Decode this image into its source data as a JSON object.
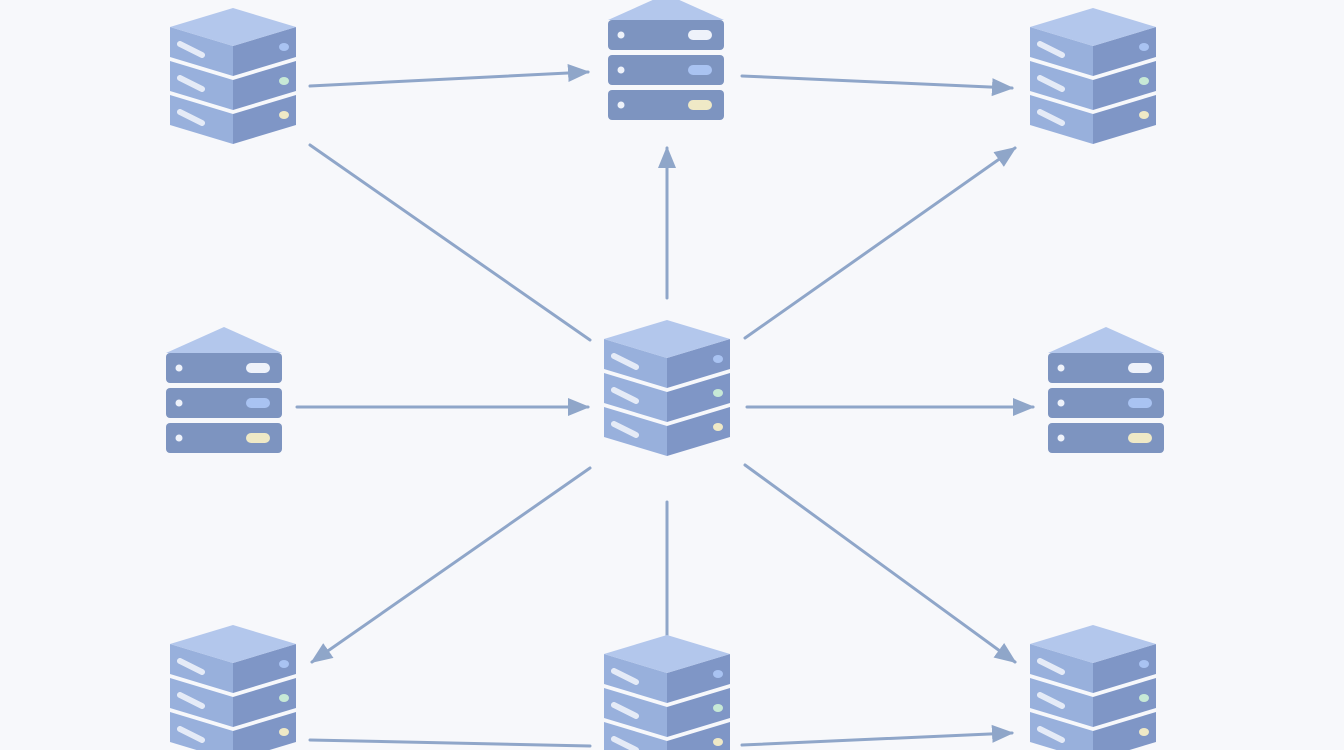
{
  "colors": {
    "background": "#f7f8fb",
    "edge": "#8fa6c9",
    "server_top": "#b3c7ec",
    "server_left": "#98b0dc",
    "server_right": "#7f96c6",
    "server_front": "#7d94c0",
    "led_white": "#eef2fa",
    "led_green": "#c7e9d6",
    "led_blue": "#a9c3f2",
    "led_yellow": "#efe9c6"
  },
  "nodes": [
    {
      "id": "top-left",
      "icon": "isometric-server-stack-icon"
    },
    {
      "id": "top-center",
      "icon": "rack-server-icon"
    },
    {
      "id": "top-right",
      "icon": "isometric-server-stack-icon"
    },
    {
      "id": "middle-left",
      "icon": "rack-server-icon"
    },
    {
      "id": "center-hub",
      "icon": "isometric-server-stack-icon"
    },
    {
      "id": "middle-right",
      "icon": "rack-server-icon"
    },
    {
      "id": "bottom-left",
      "icon": "isometric-server-stack-icon"
    },
    {
      "id": "bottom-center",
      "icon": "isometric-server-stack-icon"
    },
    {
      "id": "bottom-right",
      "icon": "isometric-server-stack-icon"
    }
  ],
  "edges": [
    {
      "from": "top-left",
      "to": "top-center",
      "arrow": true
    },
    {
      "from": "top-center",
      "to": "top-right",
      "arrow": true
    },
    {
      "from": "top-left",
      "to": "center-hub",
      "arrow": false
    },
    {
      "from": "center-hub",
      "to": "top-center",
      "arrow": true
    },
    {
      "from": "center-hub",
      "to": "top-right",
      "arrow": true
    },
    {
      "from": "middle-left",
      "to": "center-hub",
      "arrow": true
    },
    {
      "from": "center-hub",
      "to": "middle-right",
      "arrow": true
    },
    {
      "from": "center-hub",
      "to": "bottom-left",
      "arrow": true
    },
    {
      "from": "center-hub",
      "to": "bottom-center",
      "arrow": false
    },
    {
      "from": "center-hub",
      "to": "bottom-right",
      "arrow": true
    },
    {
      "from": "bottom-left",
      "to": "bottom-center",
      "arrow": false
    },
    {
      "from": "bottom-center",
      "to": "bottom-right",
      "arrow": true
    }
  ]
}
